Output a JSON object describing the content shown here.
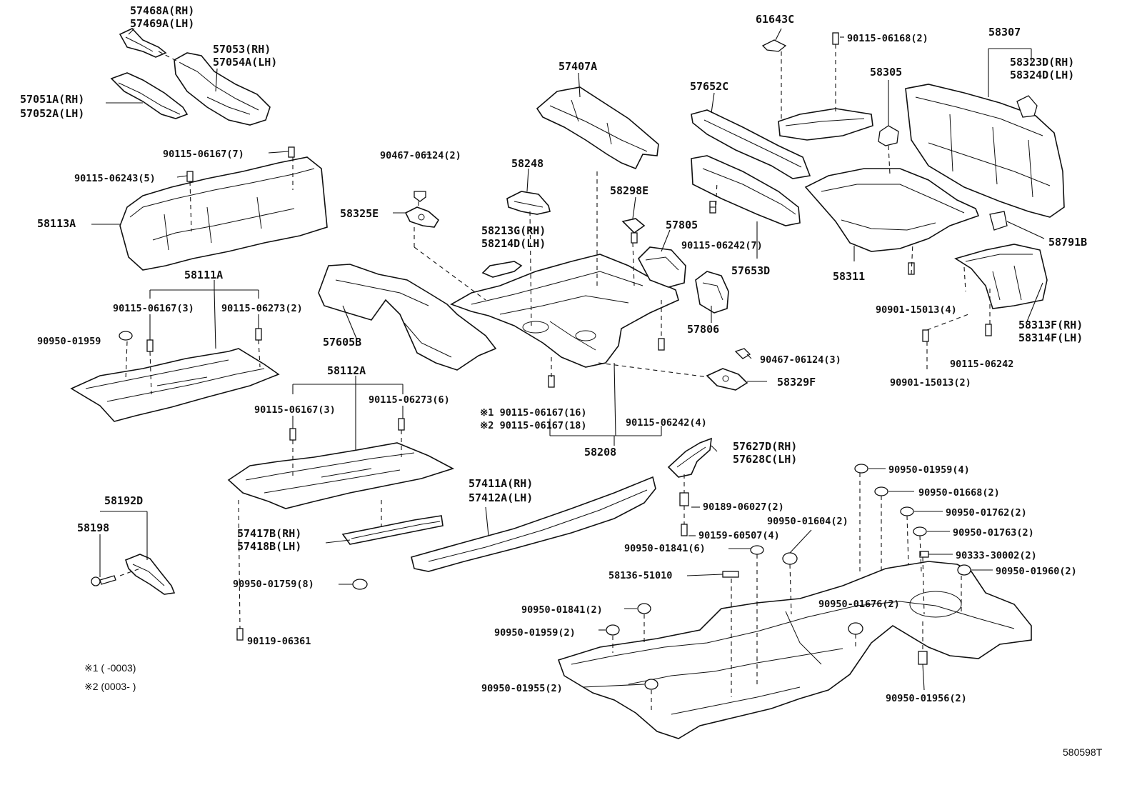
{
  "labels": {
    "l57468": "57468A(RH)",
    "l57469": "57469A(LH)",
    "l57053": "57053(RH)",
    "l57054": "57054A(LH)",
    "l57051": "57051A(RH)",
    "l57052": "57052A(LH)",
    "l_06167_7": "90115-06167(7)",
    "l_06243_5": "90115-06243(5)",
    "l58113": "58113A",
    "l58111": "58111A",
    "l_06167_3a": "90115-06167(3)",
    "l_06273_2": "90115-06273(2)",
    "l_01959": "90950-01959",
    "l58112": "58112A",
    "l_06167_3b": "90115-06167(3)",
    "l_06273_6": "90115-06273(6)",
    "l58192": "58192D",
    "l58198": "58198",
    "l57417": "57417B(RH)",
    "l57418": "57418B(LH)",
    "l_01759_8": "90950-01759(8)",
    "l_06361": "90119-06361",
    "l_ref1": "※1 (     -0003)",
    "l_ref2": "※2 (0003-     )",
    "l_06124_2": "90467-06124(2)",
    "l58325": "58325E",
    "l57605": "57605B",
    "l58248": "58248",
    "l58213": "58213G(RH)",
    "l58214": "58214D(LH)",
    "l57407": "57407A",
    "l58298": "58298E",
    "l57805": "57805",
    "l57806": "57806",
    "l_06167_16": "※1 90115-06167(16)",
    "l_06167_18": "※2 90115-06167(18)",
    "l58208": "58208",
    "l_06242_4": "90115-06242(4)",
    "l_06124_3": "90467-06124(3)",
    "l58329": "58329F",
    "l57411": "57411A(RH)",
    "l57412": "57412A(LH)",
    "l61643": "61643C",
    "l_06168_2": "90115-06168(2)",
    "l57652": "57652C",
    "l58305": "58305",
    "l58307": "58307",
    "l58323": "58323D(RH)",
    "l58324": "58324D(LH)",
    "l_06242_7": "90115-06242(7)",
    "l57653": "57653D",
    "l58311": "58311",
    "l58791": "58791B",
    "l_15013_4": "90901-15013(4)",
    "l58313": "58313F(RH)",
    "l58314": "58314F(LH)",
    "l_06242": "90115-06242",
    "l_15013_2": "90901-15013(2)",
    "l57627": "57627D(RH)",
    "l57628": "57628C(LH)",
    "l_06027_2": "90189-06027(2)",
    "l_60507_4": "90159-60507(4)",
    "l_01604_2": "90950-01604(2)",
    "l_01841_6": "90950-01841(6)",
    "l58136": "58136-51010",
    "l_01959_4": "90950-01959(4)",
    "l_01668_2": "90950-01668(2)",
    "l_01762_2": "90950-01762(2)",
    "l_01763_2": "90950-01763(2)",
    "l_30002_2": "90333-30002(2)",
    "l_01960_2": "90950-01960(2)",
    "l_01676_2": "90950-01676(2)",
    "l_01841_2": "90950-01841(2)",
    "l_01959_2": "90950-01959(2)",
    "l_01955_2": "90950-01955(2)",
    "l_01956_2": "90950-01956(2)",
    "l_code": "580598T"
  }
}
